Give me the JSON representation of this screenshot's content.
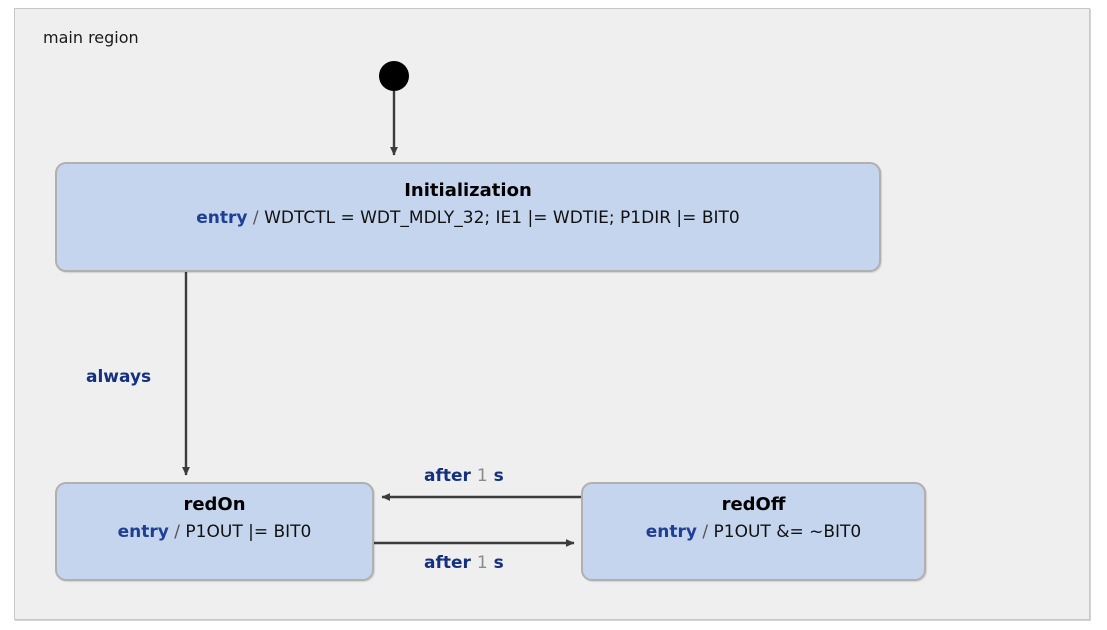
{
  "region": {
    "label": "main region"
  },
  "states": [
    {
      "id": "initialization",
      "name": "Initialization",
      "entry_keyword": "entry",
      "separator": "/",
      "action": "WDTCTL = WDT_MDLY_32; IE1 |= WDTIE; P1DIR |= BIT0"
    },
    {
      "id": "redOn",
      "name": "redOn",
      "entry_keyword": "entry",
      "separator": "/",
      "action": "P1OUT |= BIT0"
    },
    {
      "id": "redOff",
      "name": "redOff",
      "entry_keyword": "entry",
      "separator": "/",
      "action": "P1OUT &= ~BIT0"
    }
  ],
  "transitions": [
    {
      "id": "initial-to-initialization",
      "from": "initial-node",
      "to": "Initialization",
      "label": ""
    },
    {
      "id": "initialization-to-redon",
      "from": "Initialization",
      "to": "redOn",
      "label": "always",
      "keyword": "always"
    },
    {
      "id": "redoff-to-redon",
      "from": "redOff",
      "to": "redOn",
      "keyword": "after",
      "value": "1",
      "unit": "s"
    },
    {
      "id": "redon-to-redoff",
      "from": "redOn",
      "to": "redOff",
      "keyword": "after",
      "value": "1",
      "unit": "s"
    }
  ],
  "colors": {
    "page_background": "#ffffff",
    "region_background": "#efefef",
    "region_border": "#c8c8c8",
    "state_fill": "#c5d5ee",
    "state_border": "#b0b0b0",
    "keyword_blue": "#1d3f94",
    "label_blue": "#14307f",
    "value_gray": "#8a8a8a",
    "edge_stroke": "#3c3c3c",
    "initial_node_fill": "#000000"
  },
  "icons": {
    "initial_node": "filled-circle-icon",
    "arrow_head": "arrow-head-icon"
  }
}
